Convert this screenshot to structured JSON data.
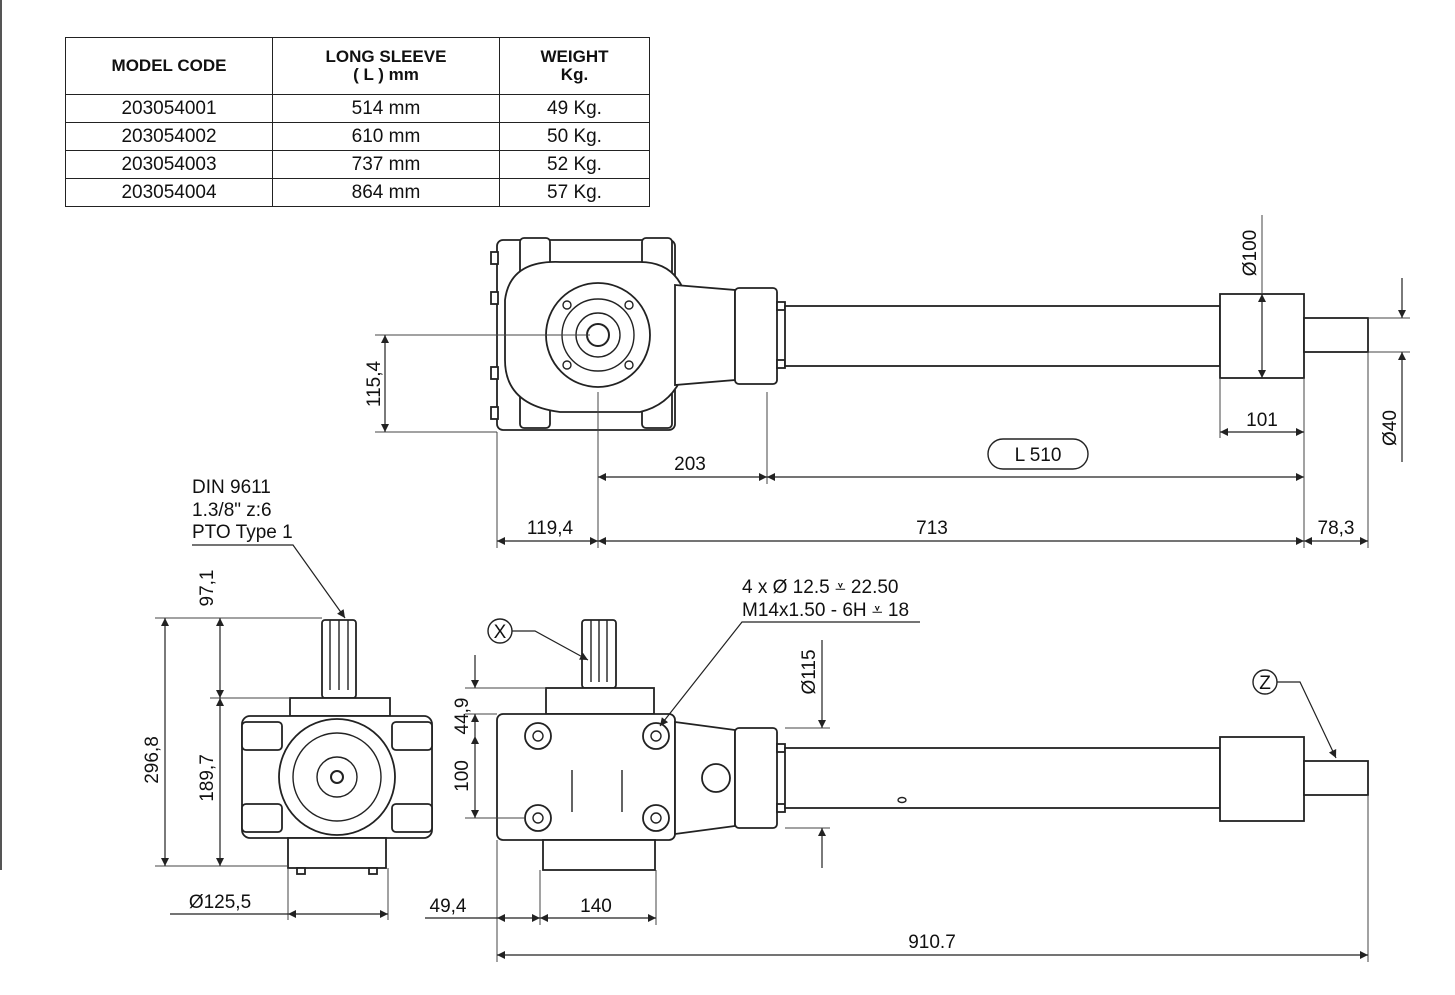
{
  "table": {
    "headers": [
      "MODEL CODE",
      "LONG SLEEVE\n( L ) mm",
      "WEIGHT\nKg."
    ],
    "header_model": "MODEL CODE",
    "header_sleeve_1": "LONG SLEEVE",
    "header_sleeve_2": "( L ) mm",
    "header_weight_1": "WEIGHT",
    "header_weight_2": "Kg.",
    "rows": [
      {
        "model": "203054001",
        "sleeve": "514 mm",
        "weight": "49 Kg."
      },
      {
        "model": "203054002",
        "sleeve": "610 mm",
        "weight": "50 Kg."
      },
      {
        "model": "203054003",
        "sleeve": "737 mm",
        "weight": "52 Kg."
      },
      {
        "model": "203054004",
        "sleeve": "864 mm",
        "weight": "57 Kg."
      }
    ]
  },
  "dims": {
    "top_height": "115,4",
    "dia_100": "Ø100",
    "dia_40": "Ø40",
    "d101": "101",
    "d203": "203",
    "L": "L 510",
    "d119": "119,4",
    "d713": "713",
    "d78": "78,3",
    "d97": "97,1",
    "d296": "296,8",
    "d189": "189,7",
    "dia_125": "Ø125,5",
    "d44": "44,9",
    "d100": "100",
    "dia_115": "Ø115",
    "d49": "49,4",
    "d140": "140",
    "d910": "910.7"
  },
  "notes": {
    "spline_1": "DIN 9611",
    "spline_2": "1.3/8\" z:6",
    "spline_3": "PTO Type 1",
    "hole_1": "4 x Ø 12.5 ⩡ 22.50",
    "hole_2": "M14x1.50 - 6H ⩡ 18",
    "callout_x": "X",
    "callout_z": "Z"
  }
}
